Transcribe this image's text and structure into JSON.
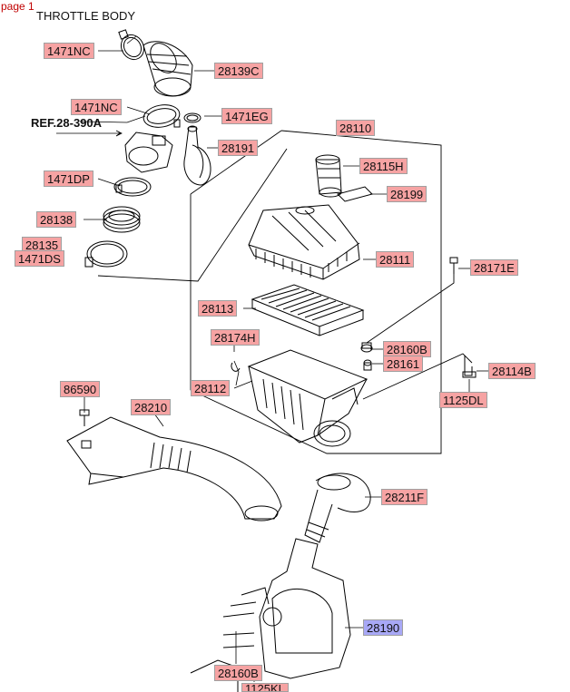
{
  "page_tag": "page 1",
  "notes": {
    "throttle_body": "THROTTLE BODY",
    "reference": "REF.28-390A"
  },
  "colors": {
    "label_fill": "#f6a3a3",
    "highlight_fill": "#a8a8f6",
    "line": "#000000"
  },
  "parts": [
    {
      "id": "p1471nc_top",
      "label": "1471NC"
    },
    {
      "id": "p28139c",
      "label": "28139C"
    },
    {
      "id": "p1471nc_mid",
      "label": "1471NC"
    },
    {
      "id": "p1471eg",
      "label": "1471EG"
    },
    {
      "id": "p28110",
      "label": "28110"
    },
    {
      "id": "p28191",
      "label": "28191"
    },
    {
      "id": "p28115h",
      "label": "28115H"
    },
    {
      "id": "p1471dp",
      "label": "1471DP"
    },
    {
      "id": "p28199",
      "label": "28199"
    },
    {
      "id": "p28138",
      "label": "28138"
    },
    {
      "id": "p28135",
      "label": "28135"
    },
    {
      "id": "p1471ds",
      "label": "1471DS"
    },
    {
      "id": "p28111",
      "label": "28111"
    },
    {
      "id": "p28171e",
      "label": "28171E"
    },
    {
      "id": "p28113",
      "label": "28113"
    },
    {
      "id": "p28174h",
      "label": "28174H"
    },
    {
      "id": "p28160b",
      "label": "28160B"
    },
    {
      "id": "p28161",
      "label": "28161"
    },
    {
      "id": "p28114b",
      "label": "28114B"
    },
    {
      "id": "p28112",
      "label": "28112"
    },
    {
      "id": "p1125dl",
      "label": "1125DL"
    },
    {
      "id": "p86590",
      "label": "86590"
    },
    {
      "id": "p28210",
      "label": "28210"
    },
    {
      "id": "p28211f",
      "label": "28211F"
    },
    {
      "id": "p28190",
      "label": "28190",
      "highlight": true
    },
    {
      "id": "p28160b_low",
      "label": "28160B"
    },
    {
      "id": "p1125kl",
      "label": "1125KL"
    }
  ]
}
